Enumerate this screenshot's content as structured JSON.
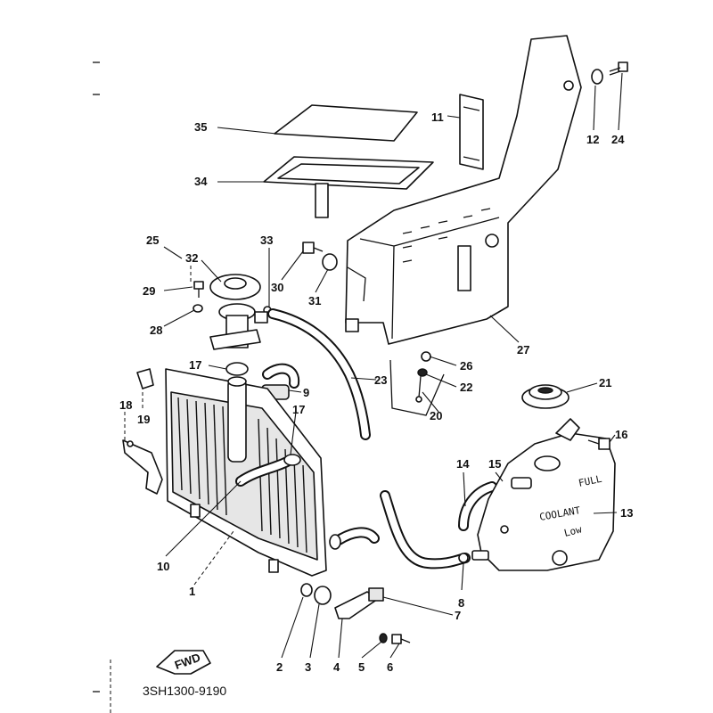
{
  "diagram": {
    "code": "3SH1300-9190",
    "fwd_label": "FWD",
    "tank_full_label": "FULL",
    "tank_coolant_label": "COOLANT",
    "tank_low_label": "Low"
  },
  "callouts": {
    "c1": "1",
    "c2": "2",
    "c3": "3",
    "c4": "4",
    "c5": "5",
    "c6": "6",
    "c7": "7",
    "c8": "8",
    "c9": "9",
    "c10": "10",
    "c11": "11",
    "c12": "12",
    "c13": "13",
    "c14": "14",
    "c15": "15",
    "c16": "16",
    "c17a": "17",
    "c17b": "17",
    "c18": "18",
    "c19": "19",
    "c20": "20",
    "c21": "21",
    "c22": "22",
    "c23": "23",
    "c24": "24",
    "c25": "25",
    "c26": "26",
    "c27": "27",
    "c28": "28",
    "c29": "29",
    "c30": "30",
    "c31": "31",
    "c32": "32",
    "c33": "33",
    "c34": "34",
    "c35": "35"
  }
}
